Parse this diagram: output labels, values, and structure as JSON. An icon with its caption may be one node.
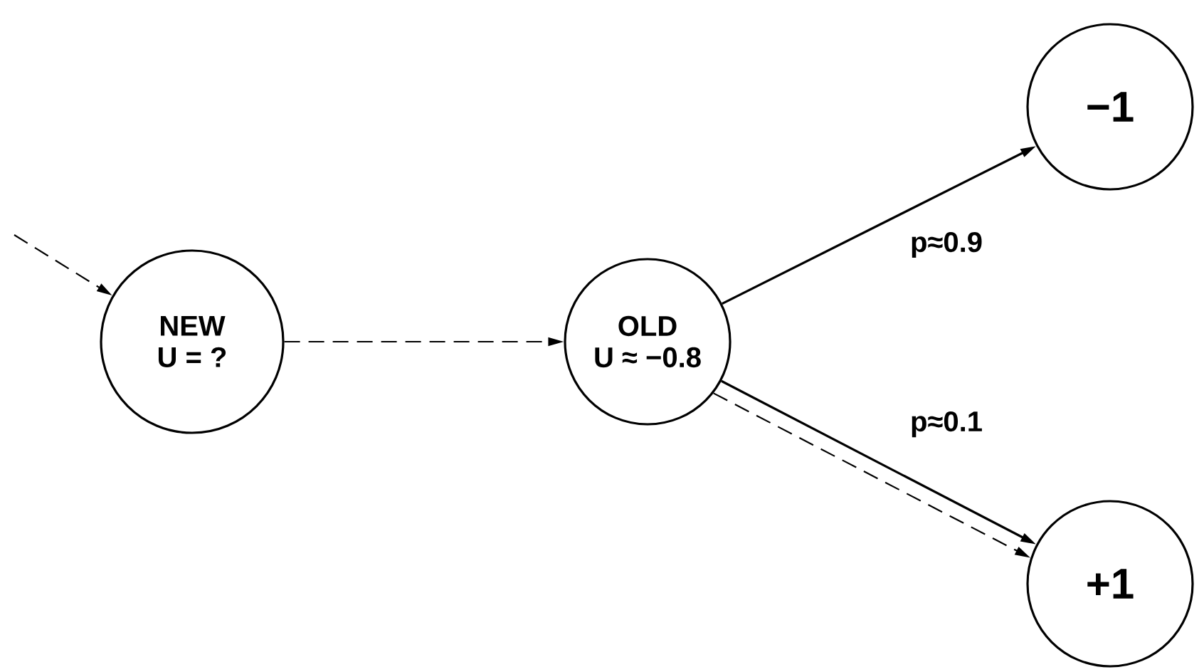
{
  "diagram": {
    "nodes": [
      {
        "text": [
          "NEW",
          "U = ?"
        ]
      },
      {
        "text": [
          "OLD",
          "U ≈ −0.8"
        ]
      },
      {
        "text": [
          "−1"
        ]
      },
      {
        "text": [
          "+1"
        ]
      }
    ],
    "edges": [
      {
        "from": null,
        "to": 0,
        "arrow": "to",
        "style": "dashed"
      },
      {
        "from": 0,
        "to": 1,
        "arrow": "to",
        "style": "dashed"
      },
      {
        "from": 1,
        "to": 2,
        "arrow": "to",
        "label": "p≈0.9"
      },
      {
        "from": 1,
        "to": 3,
        "arrow": "to",
        "label": "p≈0.1"
      },
      {
        "from": 1,
        "to": 3,
        "arrow": "to",
        "style": "dashed"
      }
    ]
  }
}
